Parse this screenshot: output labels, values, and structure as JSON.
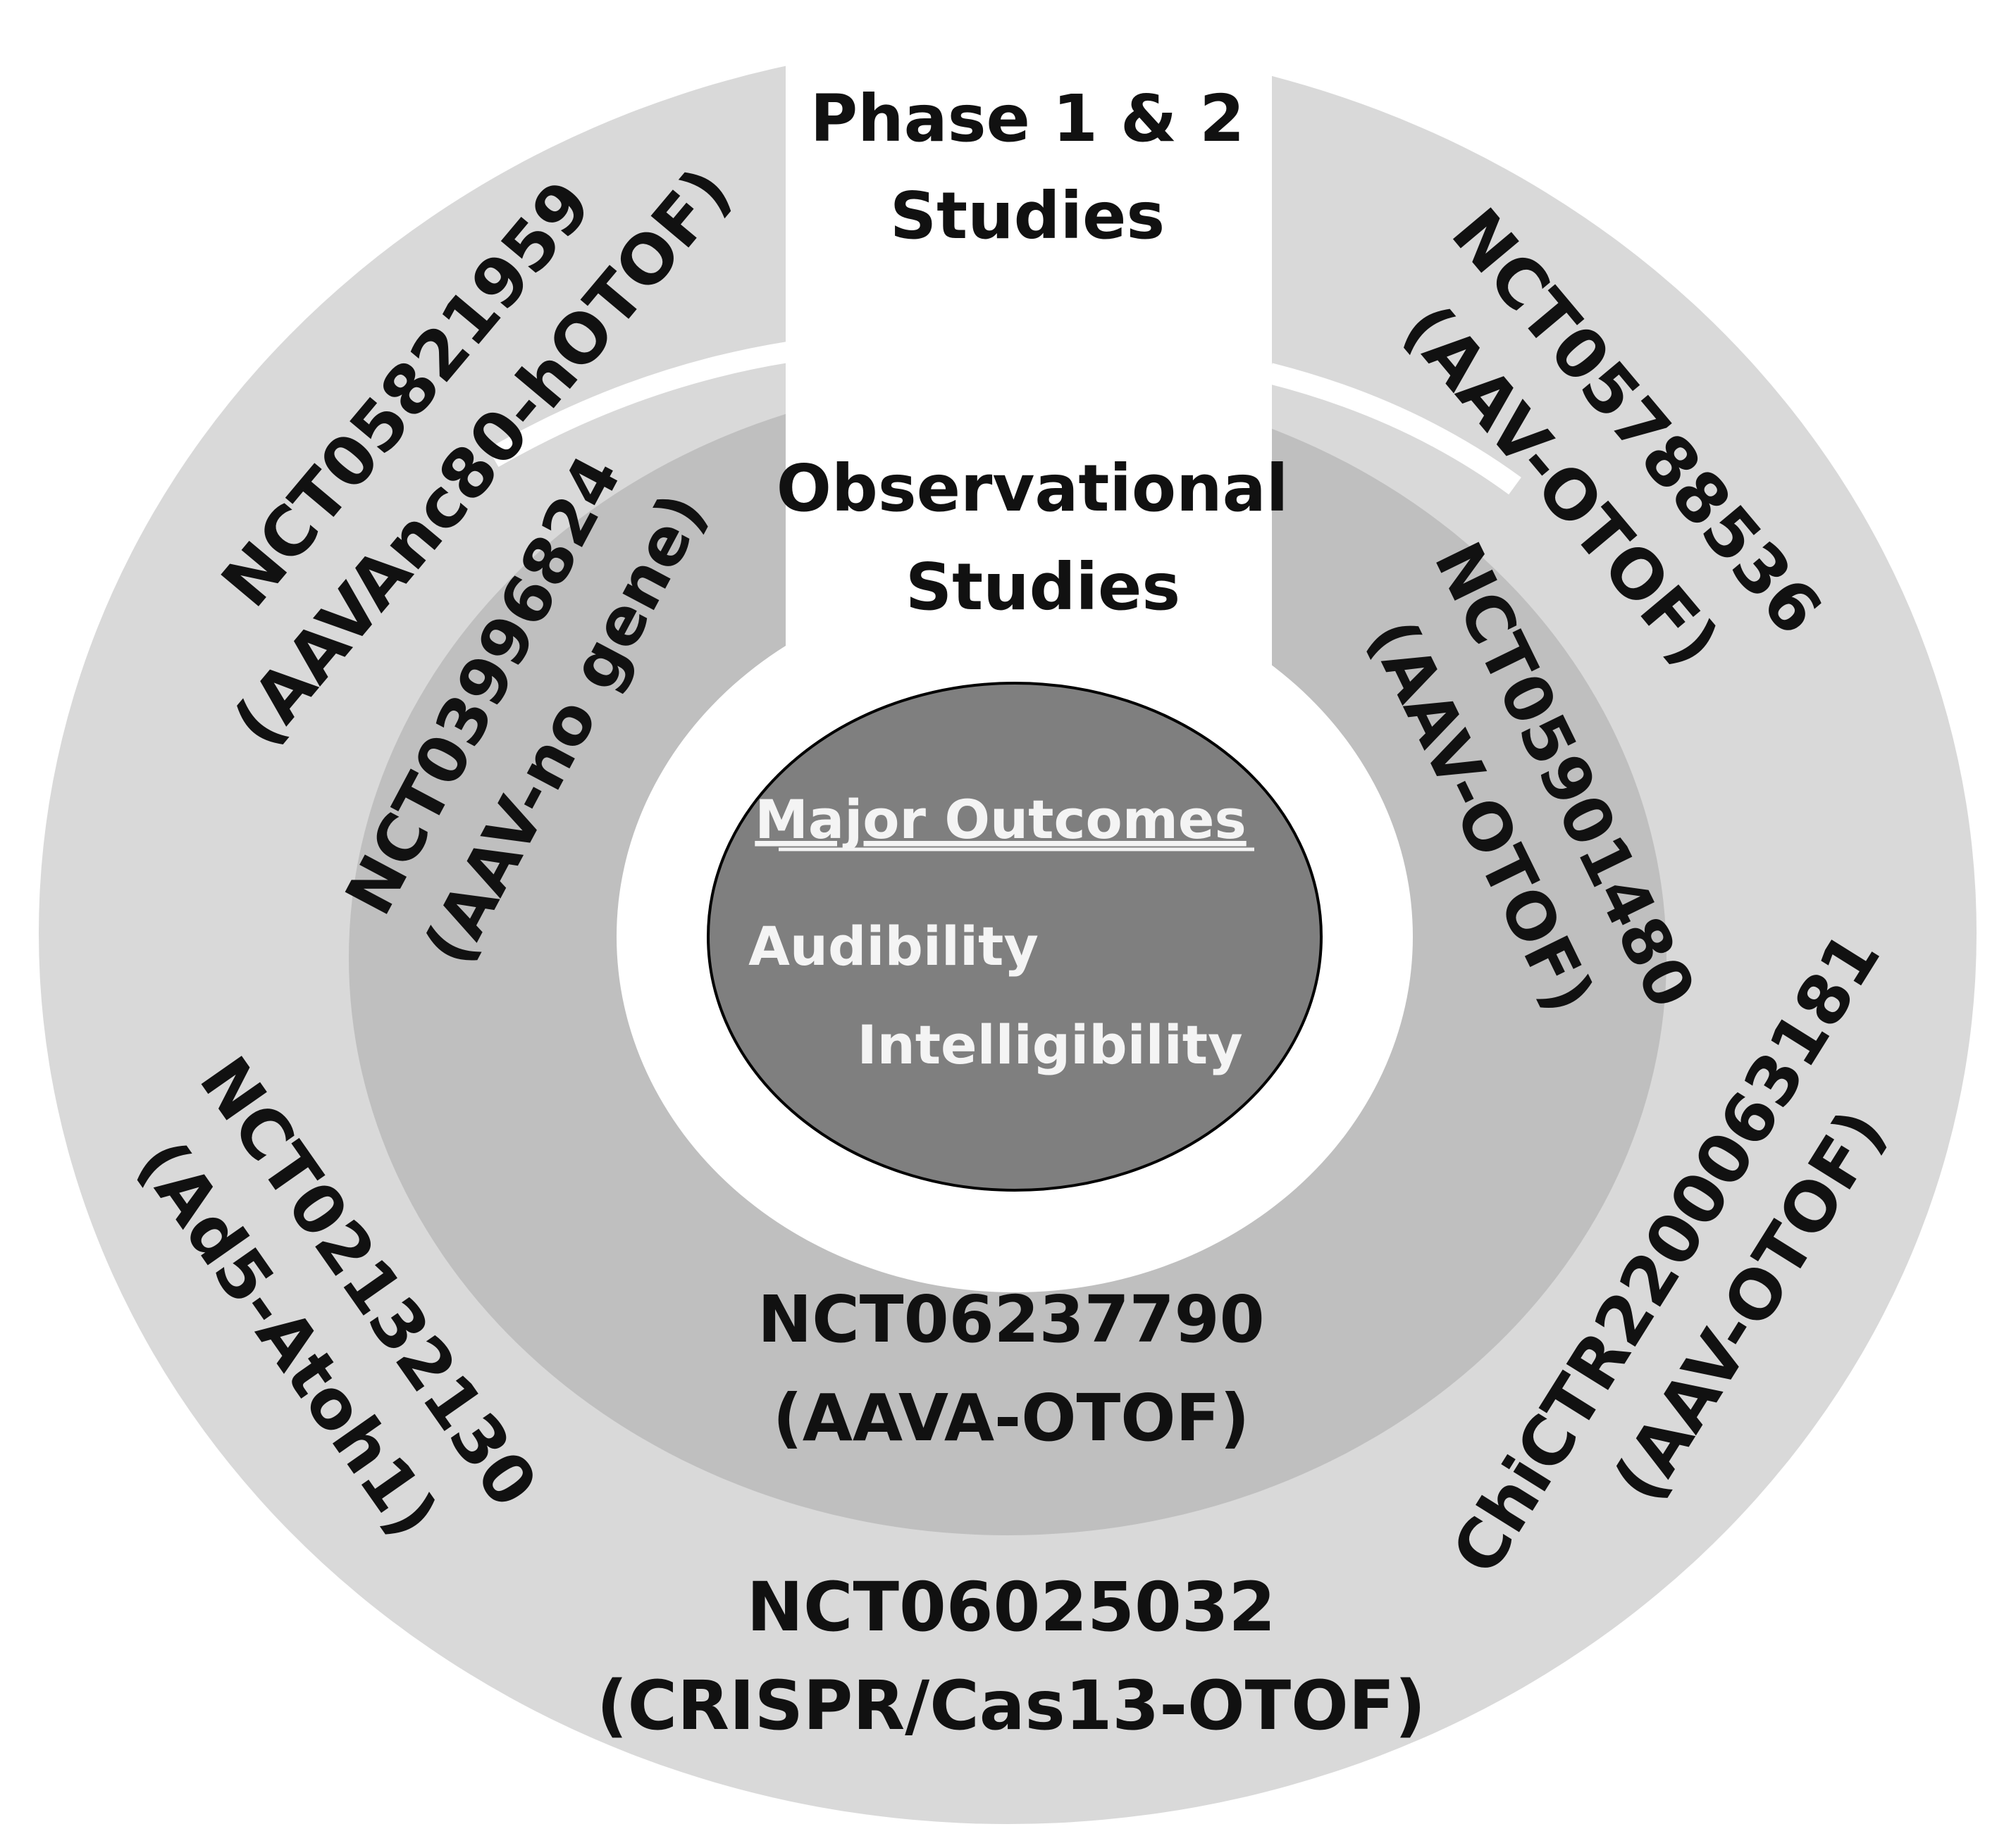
{
  "colors": {
    "outer_ring": "#d9d9d9",
    "middle_ring": "#bfbfbf",
    "inner_gap": "#ffffff",
    "center_ellipse": "#7f7f7f",
    "text_dark": "#111111",
    "text_light": "#f4f4f4"
  },
  "headers": {
    "phase": {
      "line1": "Phase 1 & 2",
      "line2": "Studies"
    },
    "observational": {
      "line1": "Observational",
      "line2": "Studies"
    }
  },
  "center": {
    "title": "Major Outcomes",
    "items": [
      "Audibility",
      "Intelligibility"
    ]
  },
  "outer_studies": [
    {
      "id": "NCT05821959",
      "vector": "(AAVAnc80-hOTOF)"
    },
    {
      "id": "NCT05788536",
      "vector": "(AAV-OTOF)"
    },
    {
      "id": "NCT02132130",
      "vector": "(Ad5-Atoh1)"
    },
    {
      "id": "ChiCTR2200063181",
      "vector": "(AAV-OTOF)"
    },
    {
      "id": "NCT06025032",
      "vector": "(CRISPR/Cas13-OTOF)"
    }
  ],
  "inner_studies": [
    {
      "id": "NCT03996824",
      "vector": "(AAV-no gene)"
    },
    {
      "id": "NCT05901480",
      "vector": "(AAV-OTOF)"
    },
    {
      "id": "NCT06237790",
      "vector": "(AAVA-OTOF)"
    }
  ]
}
